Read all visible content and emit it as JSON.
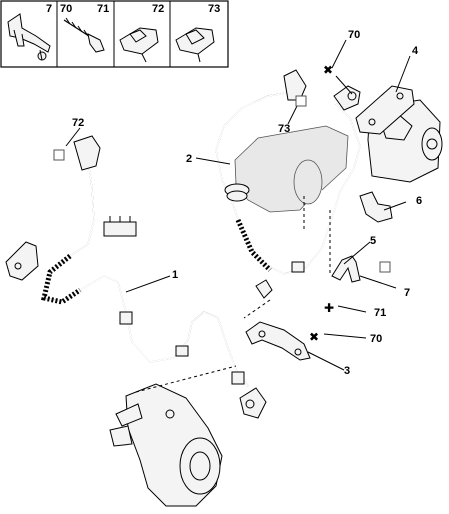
{
  "legend": {
    "cells": [
      {
        "labels": [
          "7"
        ]
      },
      {
        "labels": [
          "70",
          "71"
        ]
      },
      {
        "labels": [
          "72"
        ]
      },
      {
        "labels": [
          "73"
        ]
      }
    ]
  },
  "callouts": {
    "c1": "1",
    "c2": "2",
    "c3": "3",
    "c4": "4",
    "c5": "5",
    "c6": "6",
    "c7": "7",
    "c70a": "70",
    "c70b": "70",
    "c71": "71",
    "c72": "72",
    "c73": "73"
  },
  "markers": {
    "cross": "✖",
    "plus": "✚"
  }
}
